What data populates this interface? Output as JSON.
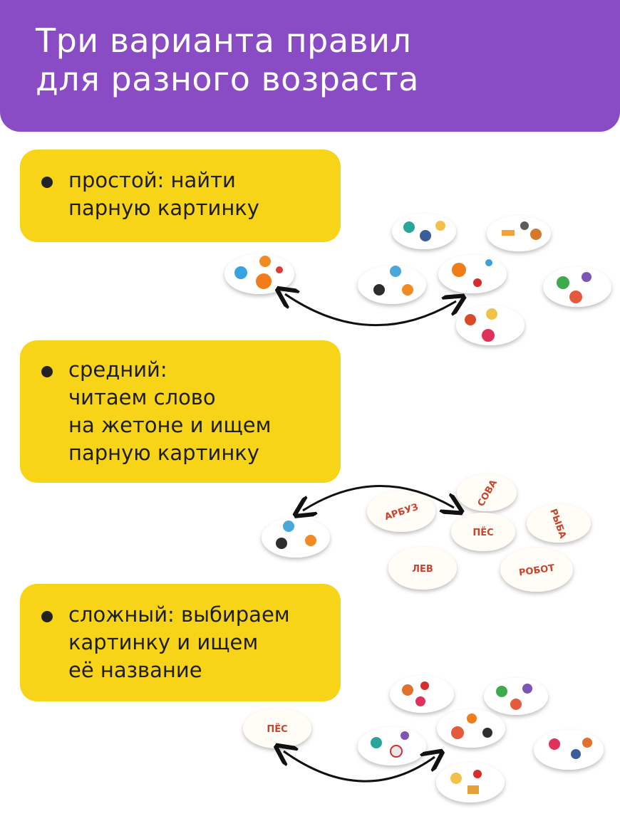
{
  "header": {
    "title_line1": "Три варианта правил",
    "title_line2": "для разного возраста"
  },
  "rules": [
    {
      "line1": "простой: найти",
      "line2": "парную картинку"
    },
    {
      "line1": "средний:",
      "line2": "читаем слово",
      "line3": "на жетоне и ищем",
      "line4": "парную картинку"
    },
    {
      "line1": "сложный: выбираем",
      "line2": "картинку и ищем",
      "line3": "её название"
    }
  ],
  "token_words": {
    "arbuz": "АРБУЗ",
    "sova": "СОВА",
    "pes": "ПЁС",
    "ryba": "РЫБА",
    "lev": "ЛЕВ",
    "robot": "РОБОТ",
    "pes2": "ПЁС"
  },
  "colors": {
    "header": "#8a4cc4",
    "panel": "#f7d417",
    "word_text": "#c8442f"
  }
}
